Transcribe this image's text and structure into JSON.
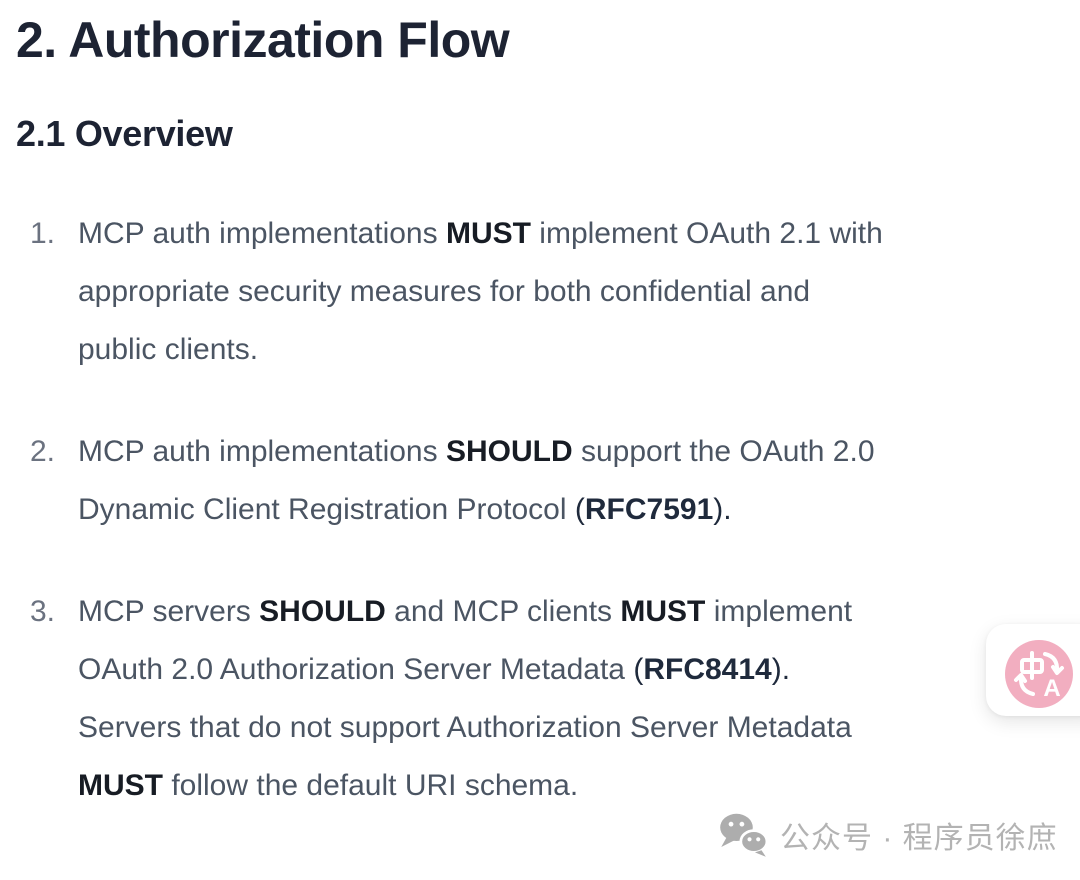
{
  "heading": {
    "title": "2. Authorization Flow"
  },
  "subheading": {
    "title": "2.1 Overview"
  },
  "list": {
    "items": [
      {
        "number": "1.",
        "segments": [
          {
            "text": "MCP auth implementations ",
            "style": "normal"
          },
          {
            "text": "MUST",
            "style": "strong"
          },
          {
            "text": " implement OAuth 2.1 with appropriate security measures for both confidential and public clients.",
            "style": "normal"
          }
        ]
      },
      {
        "number": "2.",
        "segments": [
          {
            "text": "MCP auth implementations ",
            "style": "normal"
          },
          {
            "text": "SHOULD",
            "style": "strong"
          },
          {
            "text": " support the OAuth 2.0 Dynamic Client Registration Protocol ",
            "style": "normal"
          },
          {
            "text": "(",
            "style": "ref"
          },
          {
            "text": "RFC7591",
            "style": "ref-strong"
          },
          {
            "text": ").",
            "style": "ref"
          }
        ]
      },
      {
        "number": "3.",
        "segments": [
          {
            "text": "MCP servers ",
            "style": "normal"
          },
          {
            "text": "SHOULD",
            "style": "strong"
          },
          {
            "text": " and MCP clients ",
            "style": "normal"
          },
          {
            "text": "MUST",
            "style": "strong"
          },
          {
            "text": " implement OAuth 2.0 Authorization Server Metadata ",
            "style": "normal"
          },
          {
            "text": "(",
            "style": "ref"
          },
          {
            "text": "RFC8414",
            "style": "ref-strong"
          },
          {
            "text": ").",
            "style": "ref"
          },
          {
            "text": " Servers that do not support Authorization Server Metadata ",
            "style": "normal"
          },
          {
            "text": "MUST",
            "style": "strong"
          },
          {
            "text": " follow the default URI schema.",
            "style": "normal"
          }
        ]
      }
    ]
  },
  "translate_button": {
    "zh_glyph": "中",
    "latin_glyph": "A",
    "icon": "translate-icon"
  },
  "watermark": {
    "text": "公众号 · 程序员徐庶",
    "icon": "wechat-icon"
  },
  "colors": {
    "heading": "#1d2333",
    "body": "#4b5563",
    "marker": "#6b7280",
    "strong": "#171c24",
    "ref": "#1f2a3c",
    "pink": "#f2aec0",
    "watermark": "#b3b3b3"
  }
}
